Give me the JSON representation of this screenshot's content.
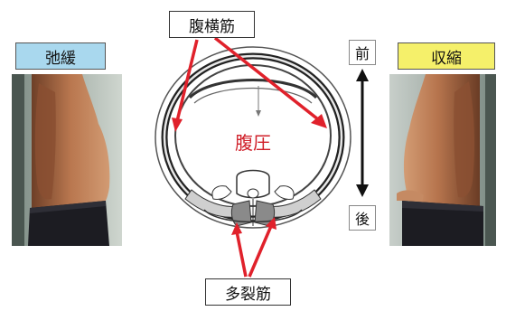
{
  "labels": {
    "relaxed": "弛緩",
    "contracted": "収縮",
    "transversus_abdominis": "腹横筋",
    "multifidus": "多裂筋",
    "intra_abdominal_pressure": "腹圧",
    "front": "前",
    "back": "後"
  },
  "colors": {
    "relaxed_label_bg": "#a9d8ee",
    "contracted_label_bg": "#f5f06a",
    "arrow_red": "#e0212b",
    "pressure_text": "#d0202a"
  }
}
